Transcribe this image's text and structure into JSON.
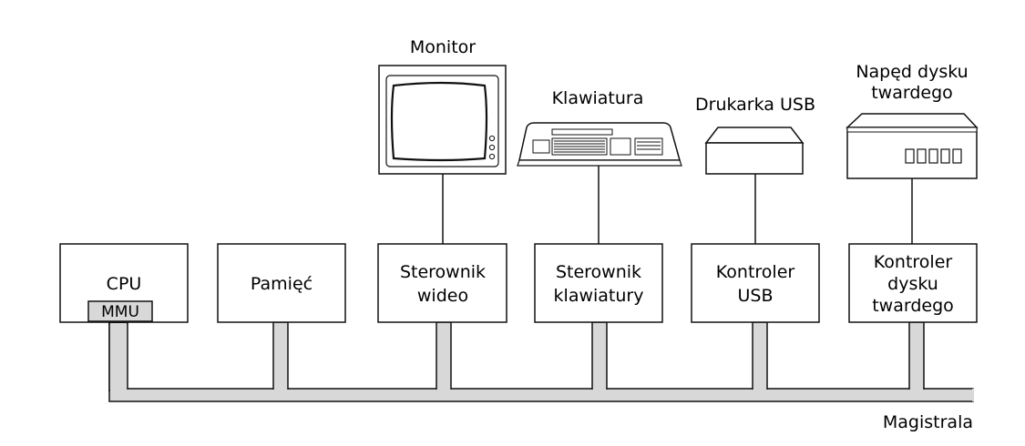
{
  "modules": {
    "cpu": "CPU",
    "mmu": "MMU",
    "memory": "Pamięć",
    "video_line1": "Sterownik",
    "video_line2": "wideo",
    "keyboard_line1": "Sterownik",
    "keyboard_line2": "klawiatury",
    "usb_line1": "Kontroler",
    "usb_line2": "USB",
    "disk_line1": "Kontroler",
    "disk_line2": "dysku",
    "disk_line3": "twardego"
  },
  "devices": {
    "monitor": "Monitor",
    "keyboard": "Klawiatura",
    "printer": "Drukarka USB",
    "disk_line1": "Napęd dysku",
    "disk_line2": "twardego"
  },
  "bus": {
    "label": "Magistrala"
  },
  "colors": {
    "bus_fill": "#d8d8d8",
    "line": "#111111",
    "device_fill": "#ffffff"
  }
}
